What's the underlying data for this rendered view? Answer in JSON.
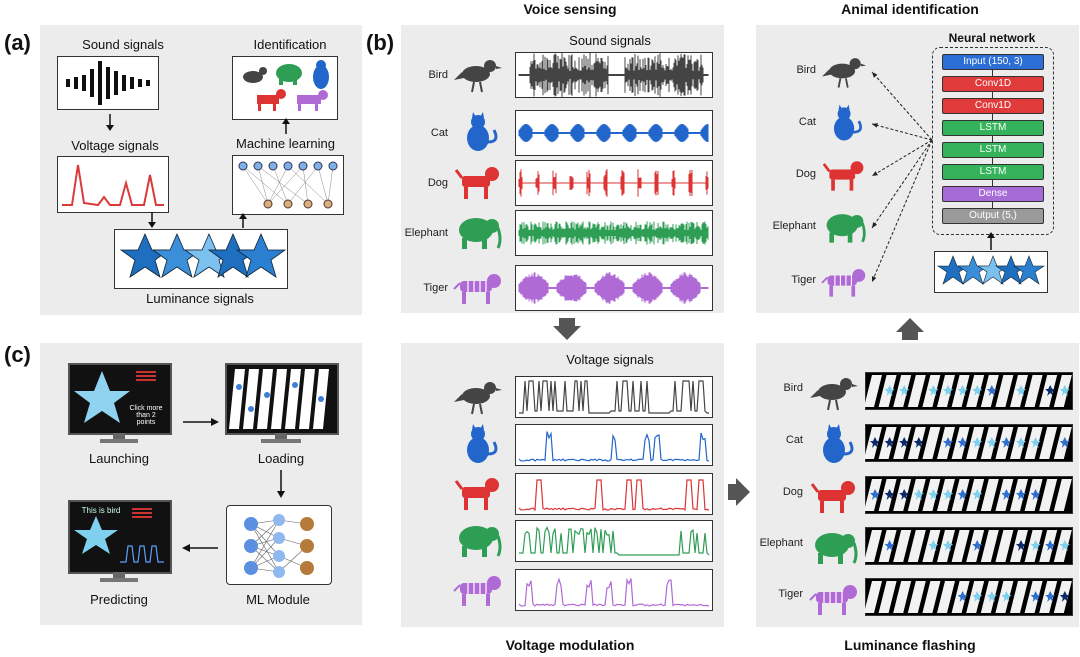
{
  "panel_labels": {
    "a": "(a)",
    "b": "(b)",
    "c": "(c)"
  },
  "titles": {
    "voice_sensing": "Voice sensing",
    "animal_identification": "Animal identification",
    "voltage_modulation": "Voltage modulation",
    "luminance_flashing": "Luminance flashing"
  },
  "panel_a": {
    "sound_signals": "Sound signals",
    "voltage_signals": "Voltage signals",
    "luminance_signals": "Luminance signals",
    "identification": "Identification",
    "machine_learning": "Machine learning"
  },
  "panel_b": {
    "sound_signals": "Sound signals",
    "voltage_signals": "Voltage signals",
    "neural_network": "Neural network",
    "animals": [
      "Bird",
      "Cat",
      "Dog",
      "Elephant",
      "Tiger"
    ],
    "animal_colors": [
      "#444444",
      "#2266cc",
      "#dd3333",
      "#2e9e55",
      "#b06ad6"
    ],
    "layers": [
      {
        "label": "Input (150, 3)",
        "color": "#2b6fd6"
      },
      {
        "label": "Conv1D",
        "color": "#e03a3a"
      },
      {
        "label": "Conv1D",
        "color": "#e03a3a"
      },
      {
        "label": "LSTM",
        "color": "#34b35a"
      },
      {
        "label": "LSTM",
        "color": "#34b35a"
      },
      {
        "label": "LSTM",
        "color": "#34b35a"
      },
      {
        "label": "Dense",
        "color": "#a66bd6"
      },
      {
        "label": "Output (5,)",
        "color": "#9a9a9a"
      }
    ]
  },
  "panel_c": {
    "launching": "Launching",
    "loading": "Loading",
    "predicting": "Predicting",
    "ml_module": "ML Module",
    "click_text": "Click more than 2 points",
    "bird_text": "This is bird"
  }
}
